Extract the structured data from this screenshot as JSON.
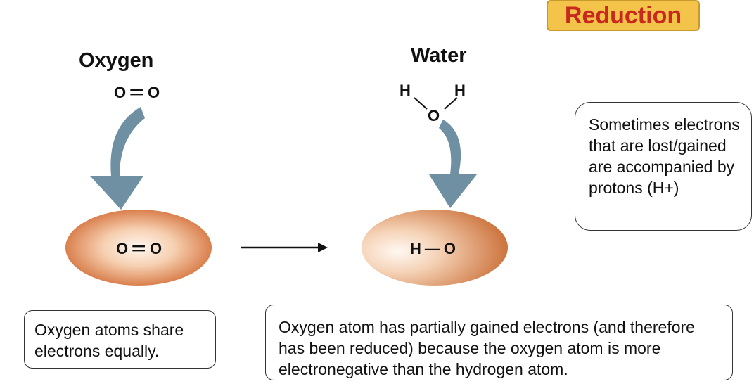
{
  "badge": {
    "label": "Reduction"
  },
  "left": {
    "title": "Oxygen",
    "molecule_top": {
      "left_atom": "O",
      "bond": "=",
      "right_atom": "O"
    },
    "molecule_ellipse": {
      "left_atom": "O",
      "bond": "=",
      "right_atom": "O"
    },
    "caption": "Oxygen atoms share electrons equally."
  },
  "right": {
    "title": "Water",
    "molecule_top": {
      "h_left": "H",
      "h_right": "H",
      "o": "O"
    },
    "molecule_ellipse": {
      "left_atom": "H",
      "bond": "—",
      "right_atom": "O"
    },
    "caption": "Oxygen atom has partially gained electrons (and therefore has been reduced) because the oxygen atom is more electronegative than the hydrogen atom."
  },
  "note": "Sometimes electrons that are lost/gained are accompanied by protons (H+)",
  "colors": {
    "badge_fill": "#f3c34a",
    "badge_text": "#c8281e",
    "arrow": "#6f8fa3",
    "ellipse_dark": "#d4703a",
    "ellipse_light": "#fff8f2"
  }
}
